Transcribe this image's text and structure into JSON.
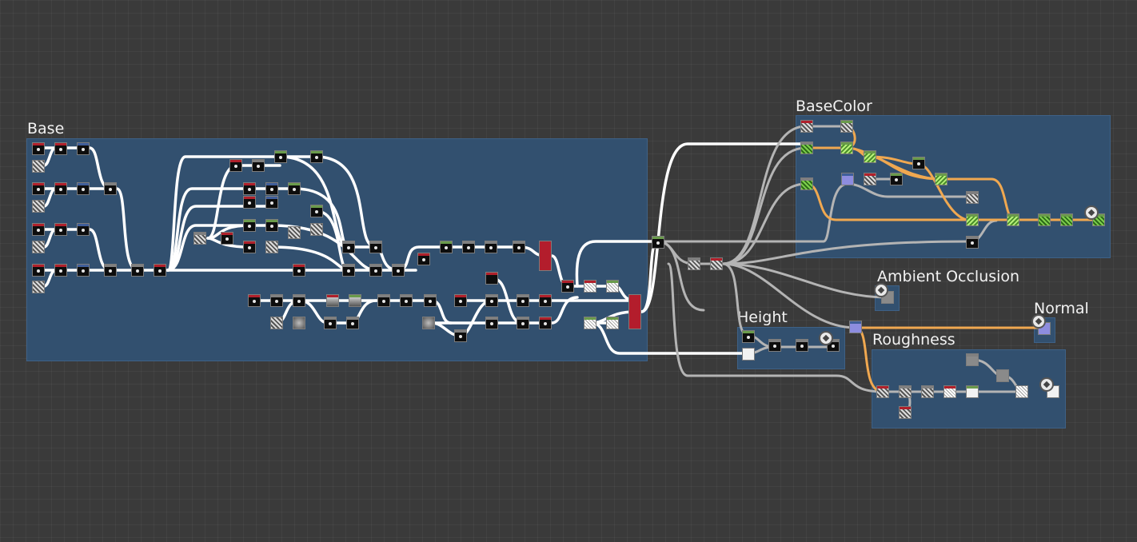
{
  "app": "Substance Designer graph",
  "frames": {
    "base": {
      "title": "Base"
    },
    "basecolor": {
      "title": "BaseColor"
    },
    "ambient_occlusion": {
      "title": "Ambient Occlusion"
    },
    "height": {
      "title": "Height"
    },
    "normal": {
      "title": "Normal"
    },
    "roughness": {
      "title": "Roughness"
    }
  },
  "colors": {
    "background": "#3a3a3a",
    "frame_fill": "#32506f",
    "wire_white": "#ffffff",
    "wire_gray": "#b4b4b4",
    "wire_orange": "#f0a850"
  },
  "icons": {
    "output": "output-node-icon"
  }
}
